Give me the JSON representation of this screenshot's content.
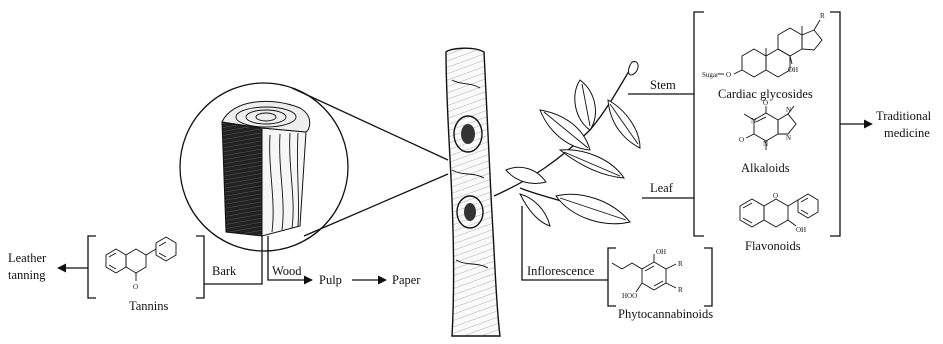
{
  "left": {
    "leather_tanning": [
      "Leather",
      "tanning"
    ],
    "tannins": "Tannins",
    "bark": "Bark",
    "wood": "Wood",
    "pulp": "Pulp",
    "paper": "Paper"
  },
  "middle": {
    "stem": "Stem",
    "leaf": "Leaf",
    "inflorescence": "Inflorescence",
    "phytocannabinoids": "Phytocannabinoids"
  },
  "right": {
    "cardiac_glycosides": "Cardiac glycosides",
    "alkaloids": "Alkaloids",
    "flavonoids": "Flavonoids",
    "traditional_medicine": [
      "Traditional",
      "medicine"
    ]
  },
  "chem_labels": {
    "glyco_sugar": "Sugar",
    "glyco_o": "O",
    "glyco_oh": "OH",
    "glyco_r": "R",
    "tannin_o": "O",
    "alk_o1": "O",
    "alk_o2": "O",
    "alk_n1": "N",
    "alk_n2": "N",
    "alk_n3": "N",
    "alk_n4": "N",
    "flav_o": "O",
    "flav_oh": "OH",
    "phyto_oh": "OH",
    "phyto_r1": "R",
    "phyto_r2": "R",
    "phyto_hoo": "HOO"
  }
}
